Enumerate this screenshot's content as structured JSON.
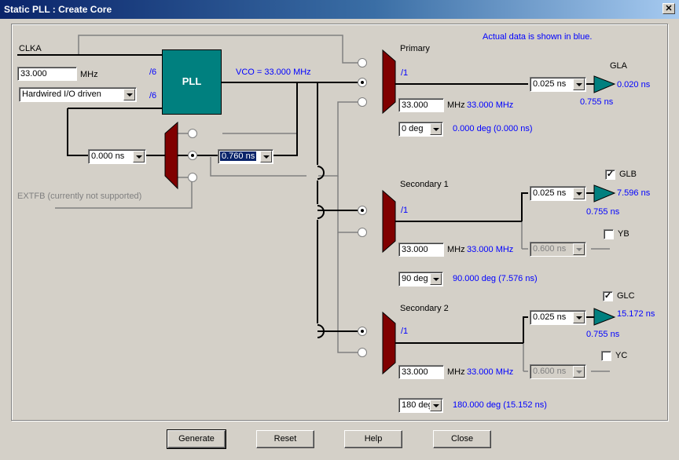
{
  "window": {
    "title": "Static PLL : Create Core",
    "close": "✕"
  },
  "info": "Actual data is shown in blue.",
  "input": {
    "clk_label": "CLKA",
    "freq_value": "33.000",
    "freq_unit": "MHz",
    "source_select": "Hardwired I/O driven",
    "div_top": "/6",
    "div_bottom": "/6",
    "feedback_delay": "0.000 ns",
    "feedback_select": "0.760 ns",
    "extfb_label": "EXTFB (currently not supported)"
  },
  "pll": {
    "label": "PLL",
    "vco": "VCO = 33.000 MHz"
  },
  "primary": {
    "title": "Primary",
    "div": "/1",
    "freq_value": "33.000",
    "freq_unit": "MHz",
    "freq_actual": "33.000 MHz",
    "phase": "0 deg",
    "phase_actual": "0.000 deg (0.000 ns)",
    "out_name": "GLA",
    "out_delay": "0.025 ns",
    "out_actual": "0.020 ns",
    "out_total": "0.755 ns"
  },
  "secondary1": {
    "title": "Secondary 1",
    "div": "/1",
    "freq_value": "33.000",
    "freq_unit": "MHz",
    "freq_actual": "33.000 MHz",
    "phase": "90 deg",
    "phase_actual": "90.000 deg (7.576 ns)",
    "gl_name": "GLB",
    "gl_checked": "✓",
    "gl_delay": "0.025 ns",
    "gl_actual": "7.596 ns",
    "gl_total": "0.755 ns",
    "y_name": "YB",
    "y_delay": "0.600 ns"
  },
  "secondary2": {
    "title": "Secondary 2",
    "div": "/1",
    "freq_value": "33.000",
    "freq_unit": "MHz",
    "freq_actual": "33.000 MHz",
    "phase": "180 deg",
    "phase_actual": "180.000 deg (15.152 ns)",
    "gl_name": "GLC",
    "gl_checked": "✓",
    "gl_delay": "0.025 ns",
    "gl_actual": "15.172 ns",
    "gl_total": "0.755 ns",
    "y_name": "YC",
    "y_delay": "0.600 ns"
  },
  "buttons": {
    "generate": "Generate",
    "reset": "Reset",
    "help": "Help",
    "close": "Close"
  },
  "colors": {
    "mux": "#800000",
    "pll": "#00807f",
    "buffer": "#00807f",
    "actual": "#0000ff"
  }
}
